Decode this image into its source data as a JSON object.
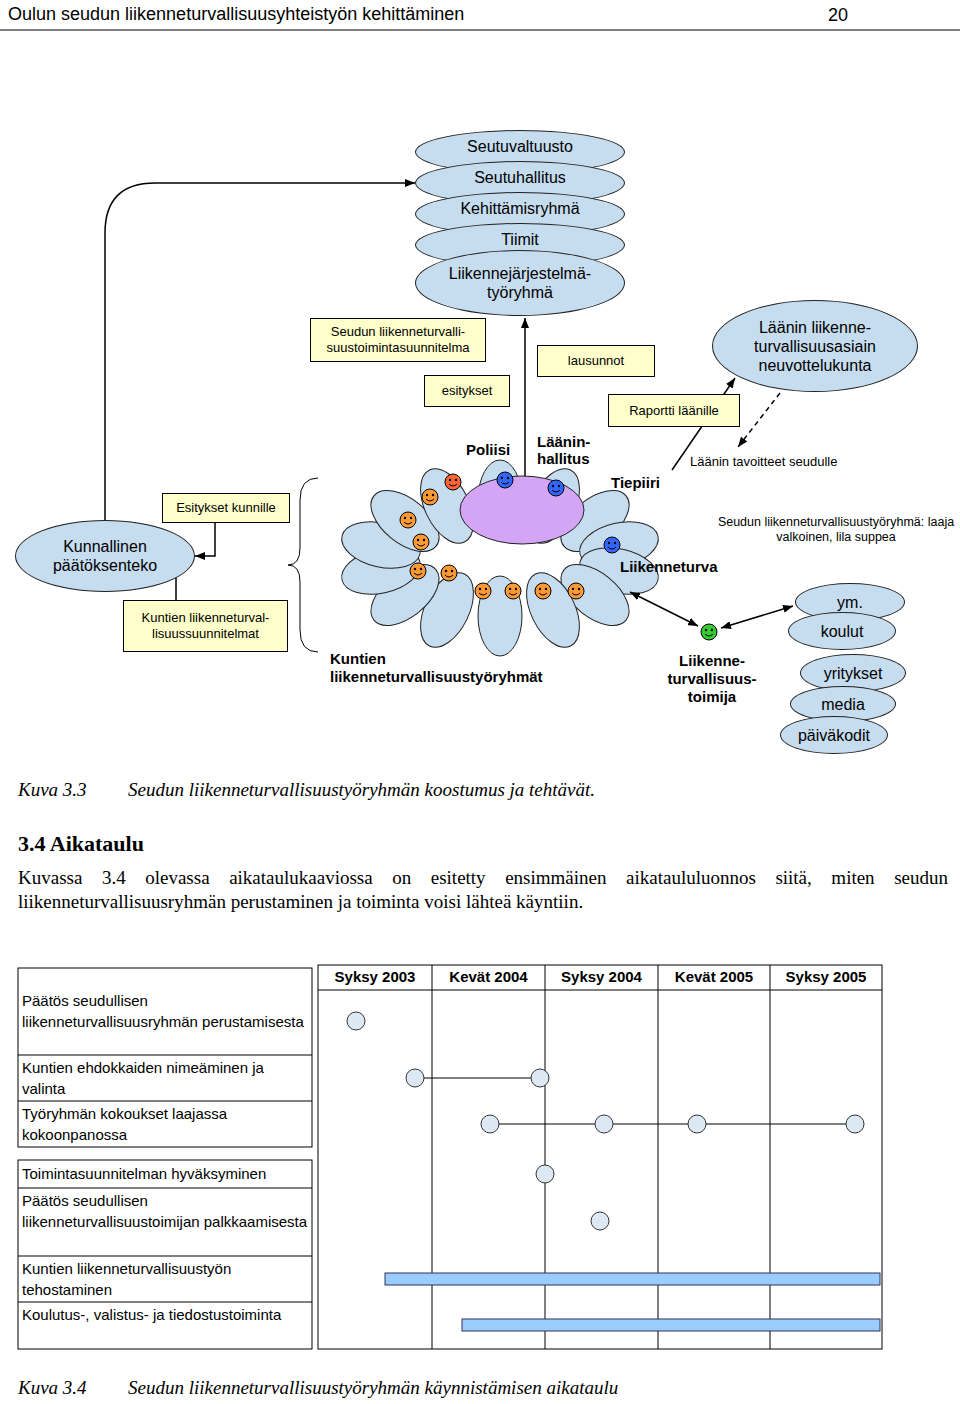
{
  "diagram": {
    "title": "Oulun seudun liikenneturvallisuusyhteistyön kehittäminen",
    "nodes": [
      {
        "text": [
          "Seutuvaltuusto"
        ]
      },
      {
        "text": [
          "Seutuhallitus"
        ]
      },
      {
        "text": [
          "Kehittämisryhmä"
        ]
      },
      {
        "text": [
          "Tiimit"
        ]
      },
      {
        "text": [
          "Liikennejärjestelmä- työryhmä"
        ]
      },
      {
        "text": [
          "Seudun liikenneturvalli- suustoimintasuunnitelma"
        ]
      },
      {
        "text": [
          "lausunnot"
        ]
      },
      {
        "text": [
          "Läänin liikenne- turvallisuusasiain neuvottelukunta"
        ]
      },
      {
        "text": [
          "esitykset"
        ]
      },
      {
        "text": [
          "Raportti läänille"
        ]
      },
      {
        "text": [
          "Esitykset kunnille"
        ]
      },
      {
        "text": [
          "Kunnallinen päätöksenteko"
        ]
      },
      {
        "text": [
          "Kuntien liikenneturval- lisuussuunnitelmat"
        ]
      },
      {
        "text": [
          "ym."
        ]
      },
      {
        "text": [
          "koulut"
        ]
      },
      {
        "text": [
          "yritykset"
        ]
      },
      {
        "text": [
          "media"
        ]
      },
      {
        "text": [
          "päiväkodit"
        ]
      }
    ],
    "edges": [
      {
        "from": 11,
        "to": 1,
        "arrow": "to"
      },
      {
        "from": 10,
        "to": 11,
        "arrow": "to"
      },
      {
        "from": 12,
        "to": 11,
        "arrow": "to"
      }
    ],
    "labels": [
      "20",
      "Poliisi",
      "Läänin- hallitus",
      "Tiepiiri",
      "Läänin tavoitteet seudulle",
      "Seudun liikenneturvallisuustyöryhmä: laaja valkoinen, lila suppea",
      "Liikenneturva",
      "Kuntien liikenneturvallisuustyöryhmät",
      "Liikenne- turvallisuus- toimija",
      "Kuva 3.3",
      "Seudun liikenneturvallisuustyöryhmän koostumus ja tehtävät.",
      "3.4 Aikataulu",
      "Kuvassa 3.4 olevassa aikataulukaaviossa on esitetty ensimmäinen aikataululuonnos siitä, miten seudun liikenneturvallisuusryhmän perustaminen ja toiminta voisi lähteä käyntiin.",
      "Syksy 2003",
      "Kevät 2004",
      "Syksy 2004",
      "Kevät 2005",
      "Syksy 2005",
      "Päätös seudullisen liikenneturvallisuusryhmän perustamisesta",
      "Kuntien ehdokkaiden nimeäminen ja valinta",
      "Työryhmän kokoukset laajassa kokoonpanossa",
      "Toimintasuunnitelman hyväksyminen",
      "Päätös seudullisen liikenneturvallisuustoimijan palkkaamisesta",
      "Kuntien liikenneturvallisuustyön tehostaminen",
      "Koulutus-, valistus- ja tiedostustoiminta",
      "Kuva 3.4",
      "Seudun liikenneturvallisuustyöryhmän käynnistämisen aikataulu"
    ]
  }
}
